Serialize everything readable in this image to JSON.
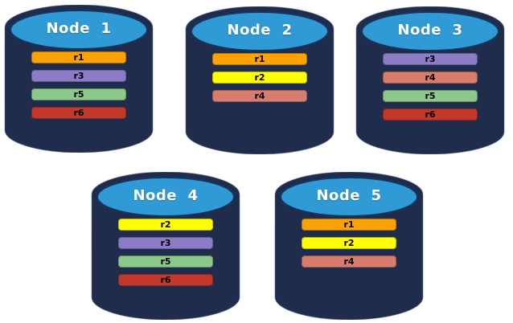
{
  "diagram": {
    "description": "Five database nodes with replicated partitions",
    "colors": {
      "background": "#FFFFFF",
      "cylinder_body": "#1F2C4C",
      "cylinder_outline": "#5B6B8C",
      "cylinder_top": "#2F9AD5",
      "cylinder_top_border": "#17365D",
      "title_text": "#FFFFFF",
      "bar_text": "#000000"
    },
    "partition_colors": {
      "r1": "#FCA204",
      "r2": "#FFFF00",
      "r3": "#8B7CC8",
      "r4": "#D87D6E",
      "r5": "#8DC88B",
      "r6": "#C2392B"
    },
    "nodes": [
      {
        "label": "Node  1",
        "partitions": [
          "r1",
          "r3",
          "r5",
          "r6"
        ]
      },
      {
        "label": "Node  2",
        "partitions": [
          "r1",
          "r2",
          "r4"
        ]
      },
      {
        "label": "Node  3",
        "partitions": [
          "r3",
          "r4",
          "r5",
          "r6"
        ]
      },
      {
        "label": "Node  4",
        "partitions": [
          "r2",
          "r3",
          "r5",
          "r6"
        ]
      },
      {
        "label": "Node  5",
        "partitions": [
          "r1",
          "r2",
          "r4"
        ]
      }
    ]
  }
}
